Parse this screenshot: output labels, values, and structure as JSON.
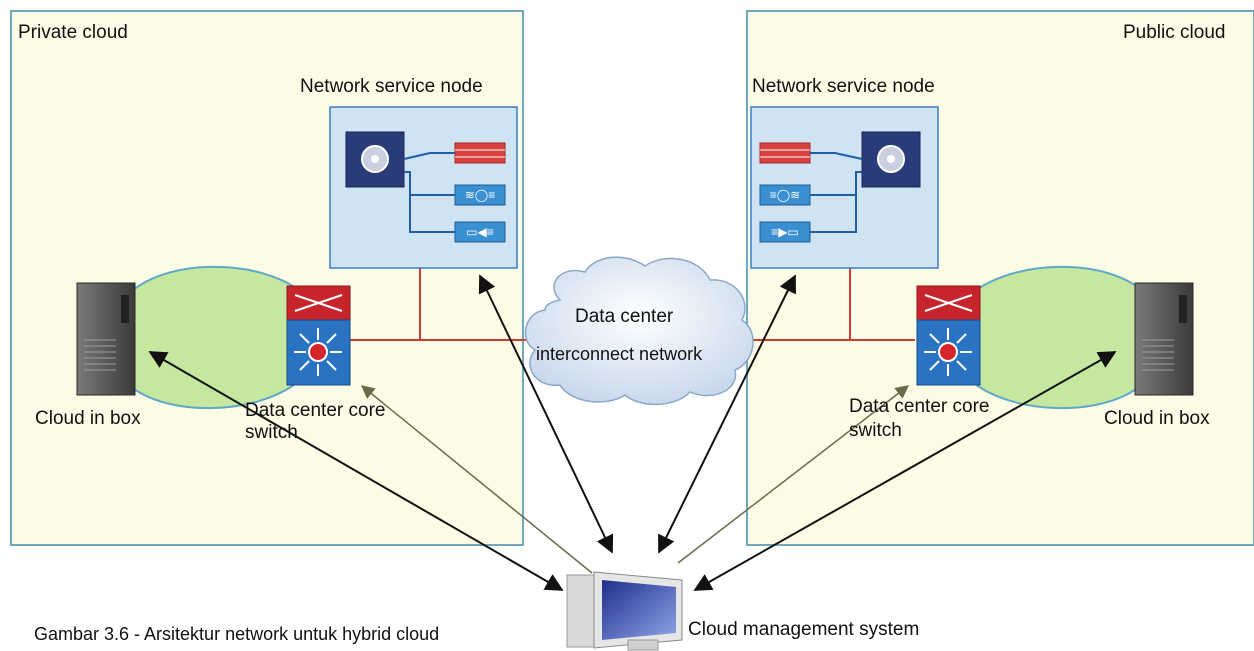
{
  "private_cloud": {
    "title": "Private cloud",
    "network_node_title": "Network service node",
    "cloud_in_box_label": "Cloud in box",
    "core_switch_label_line1": "Data center core",
    "core_switch_label_line2": "switch"
  },
  "public_cloud": {
    "title": "Public cloud",
    "network_node_title": "Network service node",
    "cloud_in_box_label": "Cloud in box",
    "core_switch_label_line1": "Data center core",
    "core_switch_label_line2": "switch"
  },
  "interconnect": {
    "line1": "Data center",
    "line2": "interconnect network"
  },
  "management": {
    "label": "Cloud management system"
  },
  "caption": "Gambar 3.6 - Arsitektur network untuk hybrid cloud",
  "colors": {
    "panel_fill": "#fbfbe6",
    "panel_border": "#6fa9c0",
    "node_fill": "#cfe3f3",
    "node_border": "#3a7fc2",
    "green_zone": "#c6e7a0",
    "link_red": "#cc3b2f",
    "arrow_black": "#111111",
    "arrow_olive": "#6b6b4a",
    "switch_red": "#c8242b",
    "switch_blue": "#2a72c2"
  }
}
